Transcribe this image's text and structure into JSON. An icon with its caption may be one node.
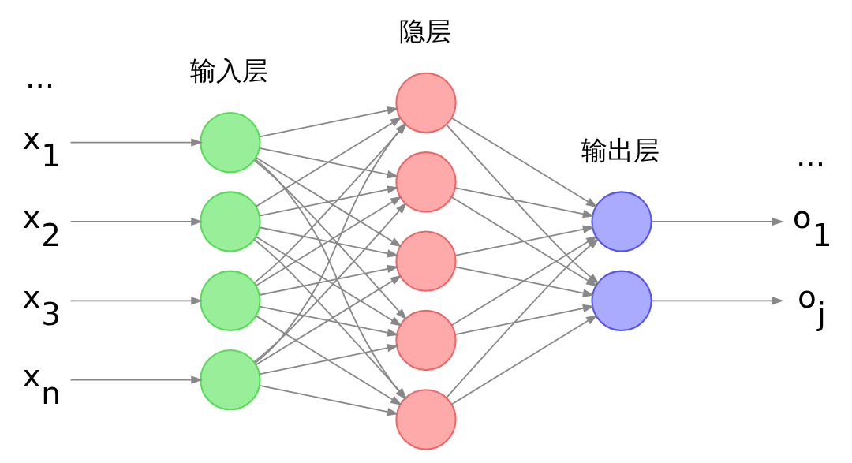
{
  "diagram": {
    "nodes": [
      {
        "text": [
          "x$_{1}$"
        ]
      },
      {
        "text": [
          "x$_{2}$"
        ]
      },
      {
        "text": [
          "x$_{3}$"
        ]
      },
      {
        "text": [
          "x$_{n}$"
        ]
      },
      {
        "text": [],
        "shape": "circle"
      },
      {
        "text": [],
        "shape": "circle"
      },
      {
        "text": [],
        "shape": "circle"
      },
      {
        "text": [],
        "shape": "circle"
      },
      {
        "text": [],
        "shape": "circle"
      },
      {
        "text": [],
        "shape": "circle"
      },
      {
        "text": [],
        "shape": "circle"
      },
      {
        "text": [],
        "shape": "circle"
      },
      {
        "text": [],
        "shape": "circle"
      },
      {
        "text": [],
        "shape": "circle"
      },
      {
        "text": [],
        "shape": "circle"
      },
      {
        "text": [
          "o$_{1}$"
        ]
      },
      {
        "text": [
          "o$_{j}$"
        ]
      }
    ],
    "edges": [
      {
        "from": 0,
        "to": 4,
        "arrow": "to"
      },
      {
        "from": 1,
        "to": 5,
        "arrow": "to"
      },
      {
        "from": 2,
        "to": 6,
        "arrow": "to"
      },
      {
        "from": 3,
        "to": 7,
        "arrow": "to"
      },
      {
        "from": 4,
        "to": 8,
        "arrow": "to"
      },
      {
        "from": 4,
        "to": 9,
        "arrow": "to"
      },
      {
        "from": 4,
        "to": 10,
        "arrow": "to"
      },
      {
        "from": 4,
        "to": 11,
        "arrow": "to"
      },
      {
        "from": 4,
        "to": 12,
        "arrow": "to"
      },
      {
        "from": 5,
        "to": 8,
        "arrow": "to"
      },
      {
        "from": 5,
        "to": 9,
        "arrow": "to"
      },
      {
        "from": 5,
        "to": 10,
        "arrow": "to"
      },
      {
        "from": 5,
        "to": 11,
        "arrow": "to"
      },
      {
        "from": 5,
        "to": 12,
        "arrow": "to"
      },
      {
        "from": 6,
        "to": 8,
        "arrow": "to"
      },
      {
        "from": 6,
        "to": 9,
        "arrow": "to"
      },
      {
        "from": 6,
        "to": 10,
        "arrow": "to"
      },
      {
        "from": 6,
        "to": 11,
        "arrow": "to"
      },
      {
        "from": 6,
        "to": 12,
        "arrow": "to"
      },
      {
        "from": 7,
        "to": 8,
        "arrow": "to"
      },
      {
        "from": 7,
        "to": 9,
        "arrow": "to"
      },
      {
        "from": 7,
        "to": 10,
        "arrow": "to"
      },
      {
        "from": 7,
        "to": 11,
        "arrow": "to"
      },
      {
        "from": 7,
        "to": 12,
        "arrow": "to"
      },
      {
        "from": 8,
        "to": 13,
        "arrow": "to"
      },
      {
        "from": 8,
        "to": 14,
        "arrow": "to"
      },
      {
        "from": 9,
        "to": 13,
        "arrow": "to"
      },
      {
        "from": 9,
        "to": 14,
        "arrow": "to"
      },
      {
        "from": 10,
        "to": 13,
        "arrow": "to"
      },
      {
        "from": 10,
        "to": 14,
        "arrow": "to"
      },
      {
        "from": 11,
        "to": 13,
        "arrow": "to"
      },
      {
        "from": 11,
        "to": 14,
        "arrow": "to"
      },
      {
        "from": 12,
        "to": 13,
        "arrow": "to"
      },
      {
        "from": 12,
        "to": 14,
        "arrow": "to"
      },
      {
        "from": 13,
        "to": 15,
        "arrow": "to"
      },
      {
        "from": 14,
        "to": 16,
        "arrow": "to"
      }
    ],
    "labels": [
      "...",
      "...",
      "输入层",
      "隐层",
      "输出层"
    ]
  }
}
